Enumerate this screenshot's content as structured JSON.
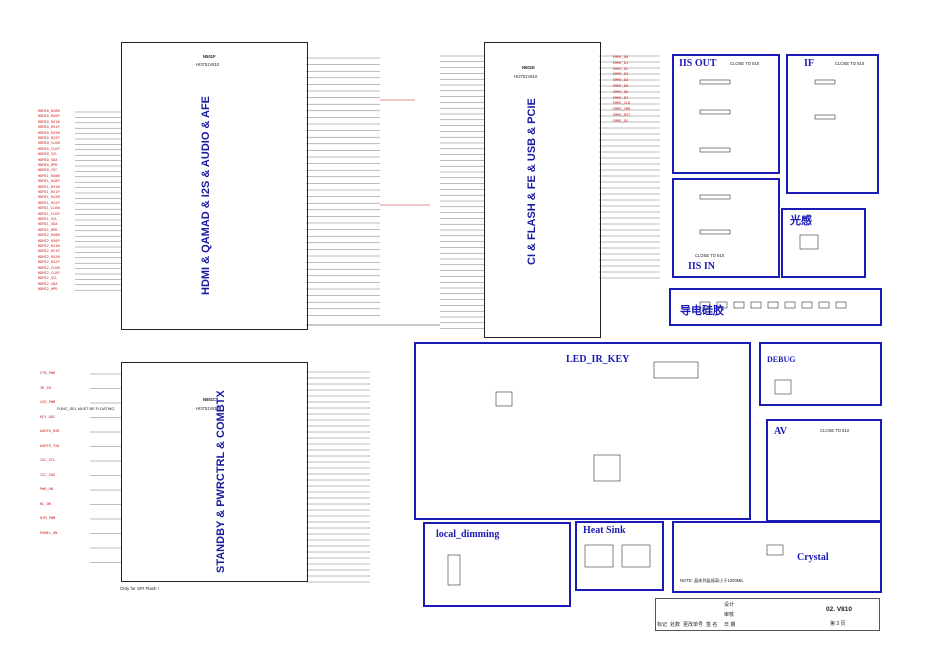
{
  "chips": {
    "n501f": {
      "ref": "N501F",
      "part": "HI3751V810"
    },
    "n501e": {
      "ref": "N501E",
      "part": "HI3751V810"
    },
    "n501c": {
      "ref": "N501C",
      "part": "HI3751V810"
    }
  },
  "vertical_labels": {
    "hdmi": "HDMI & QAMAD & I2S & AUDIO & AFE",
    "flash": "CI & FLASH & FE & USB & PCIE",
    "standby": "STANDBY & PWRCTRL & COMBTX"
  },
  "blocks": {
    "iis_out": {
      "title": "IIS OUT",
      "note": "CLOSE TO 810"
    },
    "if": {
      "title": "IF",
      "note": "CLOSE TO 810"
    },
    "iis_in": {
      "title": "IIS IN",
      "note": "CLOSE TO 810"
    },
    "light": {
      "title": "光感"
    },
    "conductive": {
      "title": "导电硅胶"
    },
    "led_ir_key": {
      "title": "LED_IR_KEY"
    },
    "debug": {
      "title": "DEBUG"
    },
    "av": {
      "title": "AV",
      "note": "CLOSE TO 810"
    },
    "local_dimming": {
      "title": "local_dimming"
    },
    "heat_sink": {
      "title": "Heat Sink"
    },
    "crystal": {
      "title": "Crystal",
      "note": "NOTE: 晶体到晶振离小于1000MIL"
    }
  },
  "notes": {
    "spi_flash": "Only for SPI Flash !",
    "func_sel": "FUNC_SEL MUST BE FLOATING"
  },
  "title_block": {
    "doc_no": "02. V810",
    "sheet": "第 3 页",
    "labels": [
      "标记",
      "处数",
      "更改单号",
      "签 名",
      "日 期"
    ],
    "design": "设计",
    "check": "审核"
  },
  "hdmi_nets": [
    "HDMI0_RX0N",
    "HDMI0_RX0P",
    "HDMI0_RX1N",
    "HDMI0_RX1P",
    "HDMI0_RX2N",
    "HDMI0_RX2P",
    "HDMI0_CLKN",
    "HDMI0_CLKP",
    "HDMI0_SCL",
    "HDMI0_SDA",
    "HDMI0_HPD",
    "HDMI0_CEC",
    "HDMI1_RX0N",
    "HDMI1_RX0P",
    "HDMI1_RX1N",
    "HDMI1_RX1P",
    "HDMI1_RX2N",
    "HDMI1_RX2P",
    "HDMI1_CLKN",
    "HDMI1_CLKP",
    "HDMI1_SCL",
    "HDMI1_SDA",
    "HDMI1_HPD",
    "HDMI2_RX0N",
    "HDMI2_RX0P",
    "HDMI2_RX1N",
    "HDMI2_RX1P",
    "HDMI2_RX2N",
    "HDMI2_RX2P",
    "HDMI2_CLKN",
    "HDMI2_CLKP",
    "HDMI2_SCL",
    "HDMI2_SDA",
    "HDMI2_HPD"
  ],
  "emmc_nets": [
    "EMMC_D0",
    "EMMC_D1",
    "EMMC_D2",
    "EMMC_D3",
    "EMMC_D4",
    "EMMC_D5",
    "EMMC_D6",
    "EMMC_D7",
    "EMMC_CLK",
    "EMMC_CMD",
    "EMMC_RST",
    "EMMC_DS"
  ],
  "standby_nets": [
    "STB_PWR",
    "IR_IN",
    "LED_PWM",
    "KEY_ADC",
    "UART0_RXD",
    "UART0_TXD",
    "I2C_SCL",
    "I2C_SDA",
    "PWR_ON",
    "BL_ON",
    "DIM_PWM",
    "PANEL_ON"
  ]
}
